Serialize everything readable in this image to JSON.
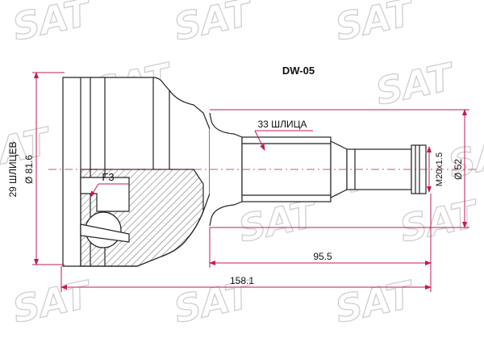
{
  "part_number": "DW-05",
  "watermark": "SAT",
  "labels": {
    "splines_outer": "29 ШЛИЦЕВ",
    "diameter_outer": "Ø 81.6",
    "splines_shaft": "33 ШЛИЦА",
    "feature": "F3",
    "thread": "M20x1.5",
    "diameter_shaft": "Ø 52",
    "length_shaft": "95.5",
    "length_total": "158.1"
  },
  "colors": {
    "dimension": "#c2185b",
    "outline": "#222222",
    "hatch": "#555555",
    "watermark": "#d9d9d9"
  }
}
